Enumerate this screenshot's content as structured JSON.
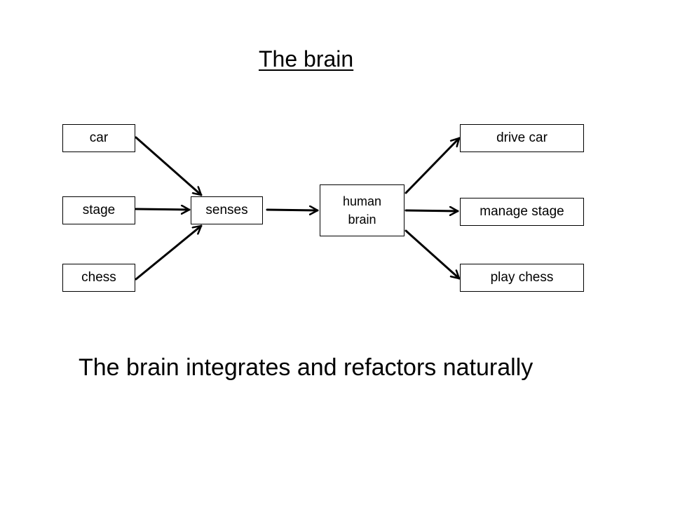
{
  "title": "The brain",
  "nodes": {
    "car": "car",
    "stage": "stage",
    "chess": "chess",
    "senses": "senses",
    "brain": "human brain",
    "drive_car": "drive car",
    "manage_stage": "manage stage",
    "play_chess": "play chess"
  },
  "edges": [
    {
      "from": "car",
      "to": "senses"
    },
    {
      "from": "stage",
      "to": "senses"
    },
    {
      "from": "chess",
      "to": "senses"
    },
    {
      "from": "senses",
      "to": "human brain"
    },
    {
      "from": "human brain",
      "to": "drive car"
    },
    {
      "from": "human brain",
      "to": "manage stage"
    },
    {
      "from": "human brain",
      "to": "play chess"
    }
  ],
  "caption": "The brain integrates and refactors naturally",
  "colors": {
    "background": "#ffffff",
    "ink": "#000000"
  }
}
